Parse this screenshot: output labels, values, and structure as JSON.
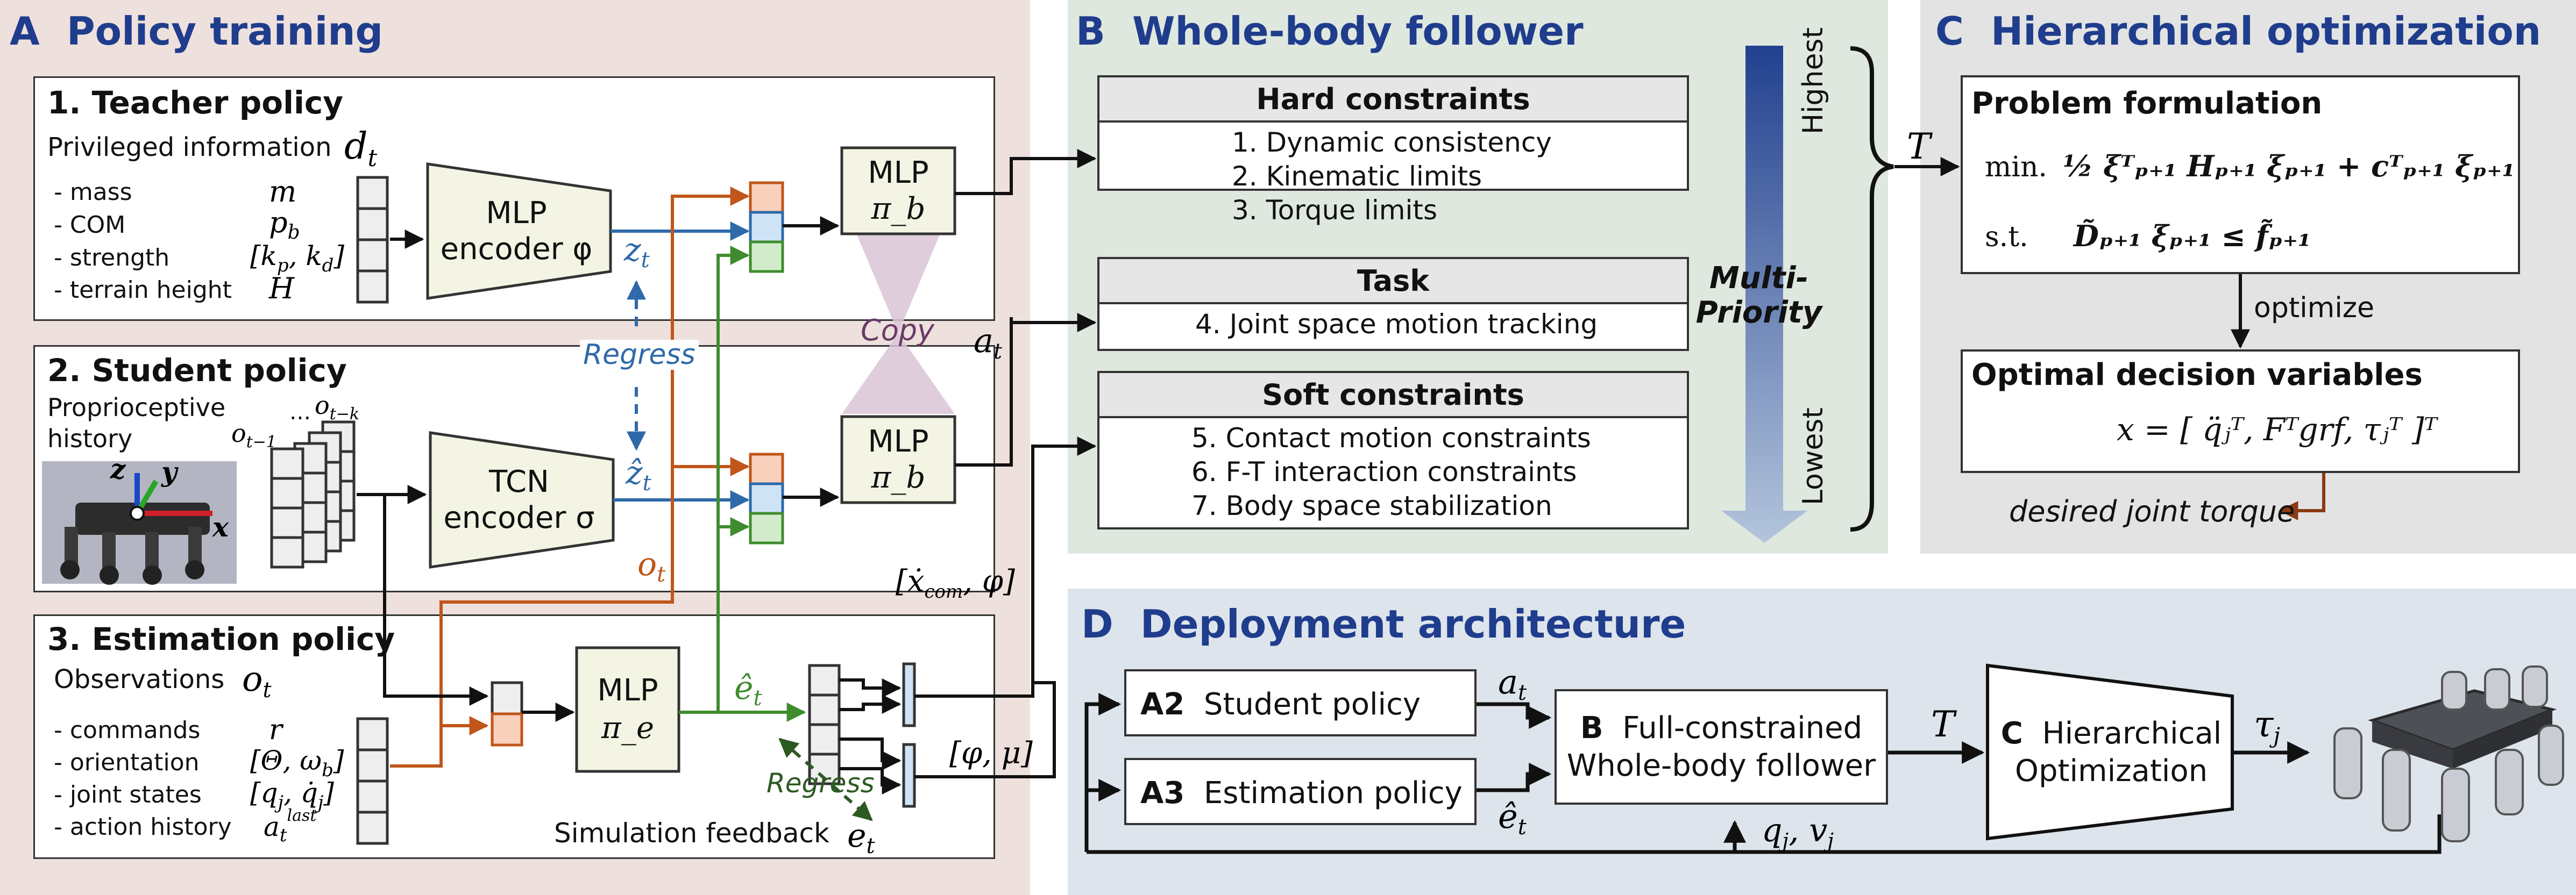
{
  "sections": {
    "a": {
      "letter": "A",
      "title": "Policy training"
    },
    "b": {
      "letter": "B",
      "title": "Whole-body follower"
    },
    "c": {
      "letter": "C",
      "title": "Hierarchical optimization"
    },
    "d": {
      "letter": "D",
      "title": "Deployment architecture"
    }
  },
  "teacher": {
    "title": "1. Teacher policy",
    "priv_label": "Privileged information",
    "priv_symbol": "d_t",
    "items": [
      {
        "label": "- mass",
        "symbol": "m"
      },
      {
        "label": "- COM",
        "symbol": "p_b"
      },
      {
        "label": "- strength",
        "symbol": "[k_p, k_d]"
      },
      {
        "label": "- terrain height",
        "symbol": "H"
      }
    ],
    "encoder_line1": "MLP",
    "encoder_line2": "encoder φ",
    "latent": "z_t",
    "mlp_line1": "MLP",
    "mlp_line2": "π_b"
  },
  "student": {
    "title": "2. Student policy",
    "history_line1": "Proprioceptive",
    "history_line2": "history",
    "obs_labels": [
      "o_t−1",
      "o_t−k"
    ],
    "encoder_line1": "TCN",
    "encoder_line2": "encoder σ",
    "latent": "ẑ_t",
    "mlp_line1": "MLP",
    "mlp_line2": "π_b",
    "obs_symbol": "o_t",
    "axes": [
      "z",
      "y",
      "x"
    ]
  },
  "estimation": {
    "title": "3. Estimation policy",
    "obs_label": "Observations",
    "obs_symbol": "o_t",
    "items": [
      {
        "label": "- commands",
        "symbol": "r"
      },
      {
        "label": "- orientation",
        "symbol": "[Θ, ω_b]"
      },
      {
        "label": "- joint states",
        "symbol": "[q_j, q̇_j]"
      },
      {
        "label": "- action history",
        "symbol": "a_t^last"
      }
    ],
    "mlp_line1": "MLP",
    "mlp_line2": "π_e",
    "est_symbol": "ê_t",
    "feedback_label": "Simulation feedback",
    "feedback_symbol": "e_t",
    "output_symbol": "[φ, μ]"
  },
  "annotations": {
    "regress": "Regress",
    "copy": "Copy",
    "action": "a_t",
    "com_vec": "[ẋ_com, φ]"
  },
  "follower": {
    "hard_title": "Hard constraints",
    "hard_items": [
      "1. Dynamic consistency",
      "2. Kinematic limits",
      "3. Torque limits"
    ],
    "task_title": "Task",
    "task_items": [
      "4. Joint space motion tracking"
    ],
    "soft_title": "Soft constraints",
    "soft_items": [
      "5. Contact motion constraints",
      "6. F-T interaction constraints",
      "7. Body space stabilization"
    ],
    "priority_line1": "Multi-",
    "priority_line2": "Priority",
    "highest": "Highest",
    "lowest": "Lowest",
    "T": "T"
  },
  "optimization": {
    "problem_title": "Problem formulation",
    "min_label": "min.",
    "objective": "½ ξᵀₚ₊₁ Hₚ₊₁ ξₚ₊₁ + cᵀₚ₊₁ ξₚ₊₁",
    "st_label": "s.t.",
    "constraint": "D̃ₚ₊₁ ξₚ₊₁ ≤ f̃ₚ₊₁",
    "optimize_label": "optimize",
    "optimal_title": "Optimal decision variables",
    "x_expr": "x = [ q̈ⱼᵀ, Fᵀgrf, τⱼᵀ ]ᵀ",
    "torque_note": "desired joint torque"
  },
  "deployment": {
    "a2_tag": "A2",
    "a2_label": "Student policy",
    "a3_tag": "A3",
    "a3_label": "Estimation policy",
    "b_tag": "B",
    "b_line1": "Full-constrained",
    "b_line2": "Whole-body follower",
    "c_tag": "C",
    "c_line1": "Hierarchical",
    "c_line2": "Optimization",
    "a_t": "a_t",
    "e_hat": "ê_t",
    "T": "T",
    "tau": "τ_j",
    "feedback": "q_j, v_j"
  },
  "colors": {
    "panel_a": "#eee0dc",
    "panel_b": "#dfe8df",
    "panel_c": "#e3e3e3",
    "panel_d": "#dde4ec",
    "mlp_fill": "#f4f4e4",
    "blue_line": "#2e6aa9",
    "orange_line": "#c0561a",
    "green_line": "#3f8c2f",
    "priority_arrow": "#3b63a8",
    "section_title": "#1f3d8c"
  }
}
